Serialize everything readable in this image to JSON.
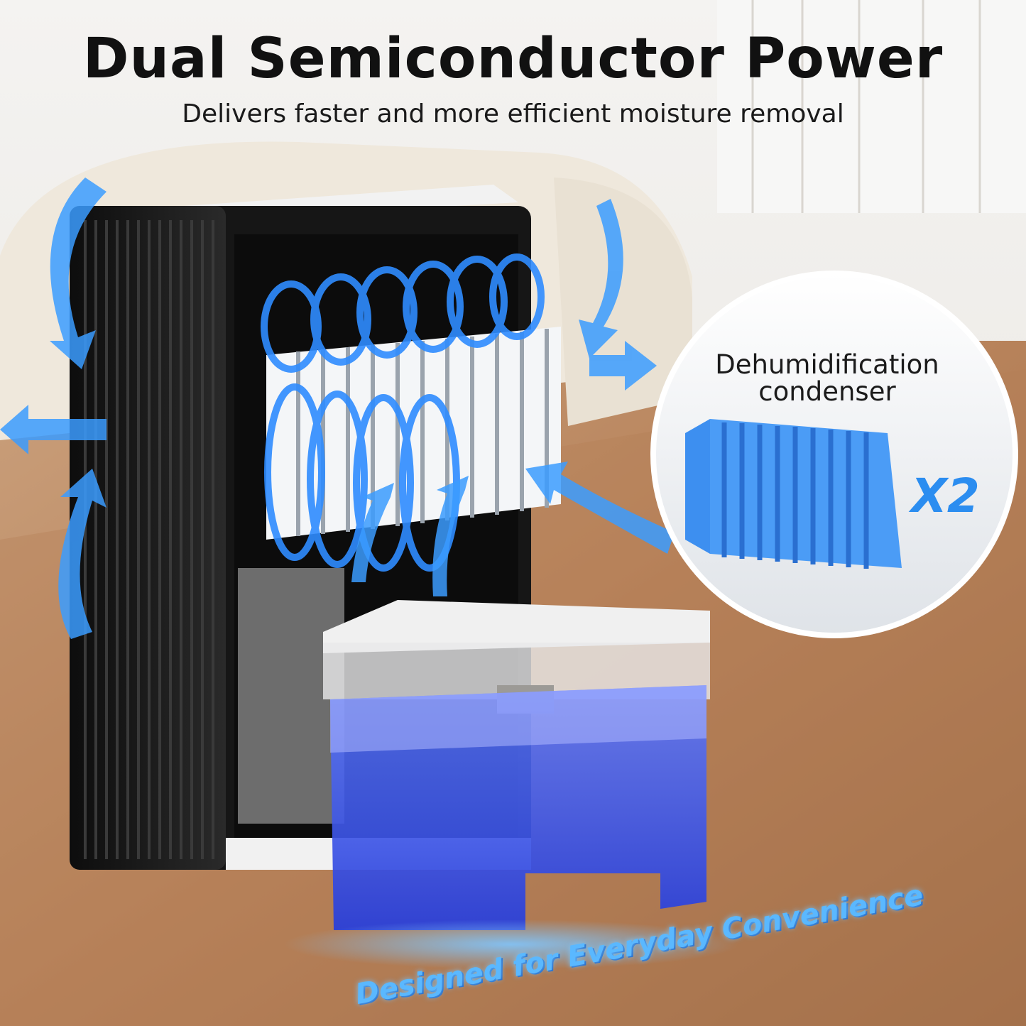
{
  "headline": {
    "title": "Dual Semiconductor Power",
    "subtitle": "Delivers faster and more efficient moisture removal"
  },
  "condenser_badge": {
    "line1": "Dehumidification",
    "line2": "condenser",
    "multiplier": "X2"
  },
  "slogan": "Designed for Everyday Convenience",
  "colors": {
    "airflow_blue": "#2b8df0",
    "water_blue": "#3f5cff",
    "unit_black": "#141414",
    "floor_wood": "#b9825a"
  }
}
